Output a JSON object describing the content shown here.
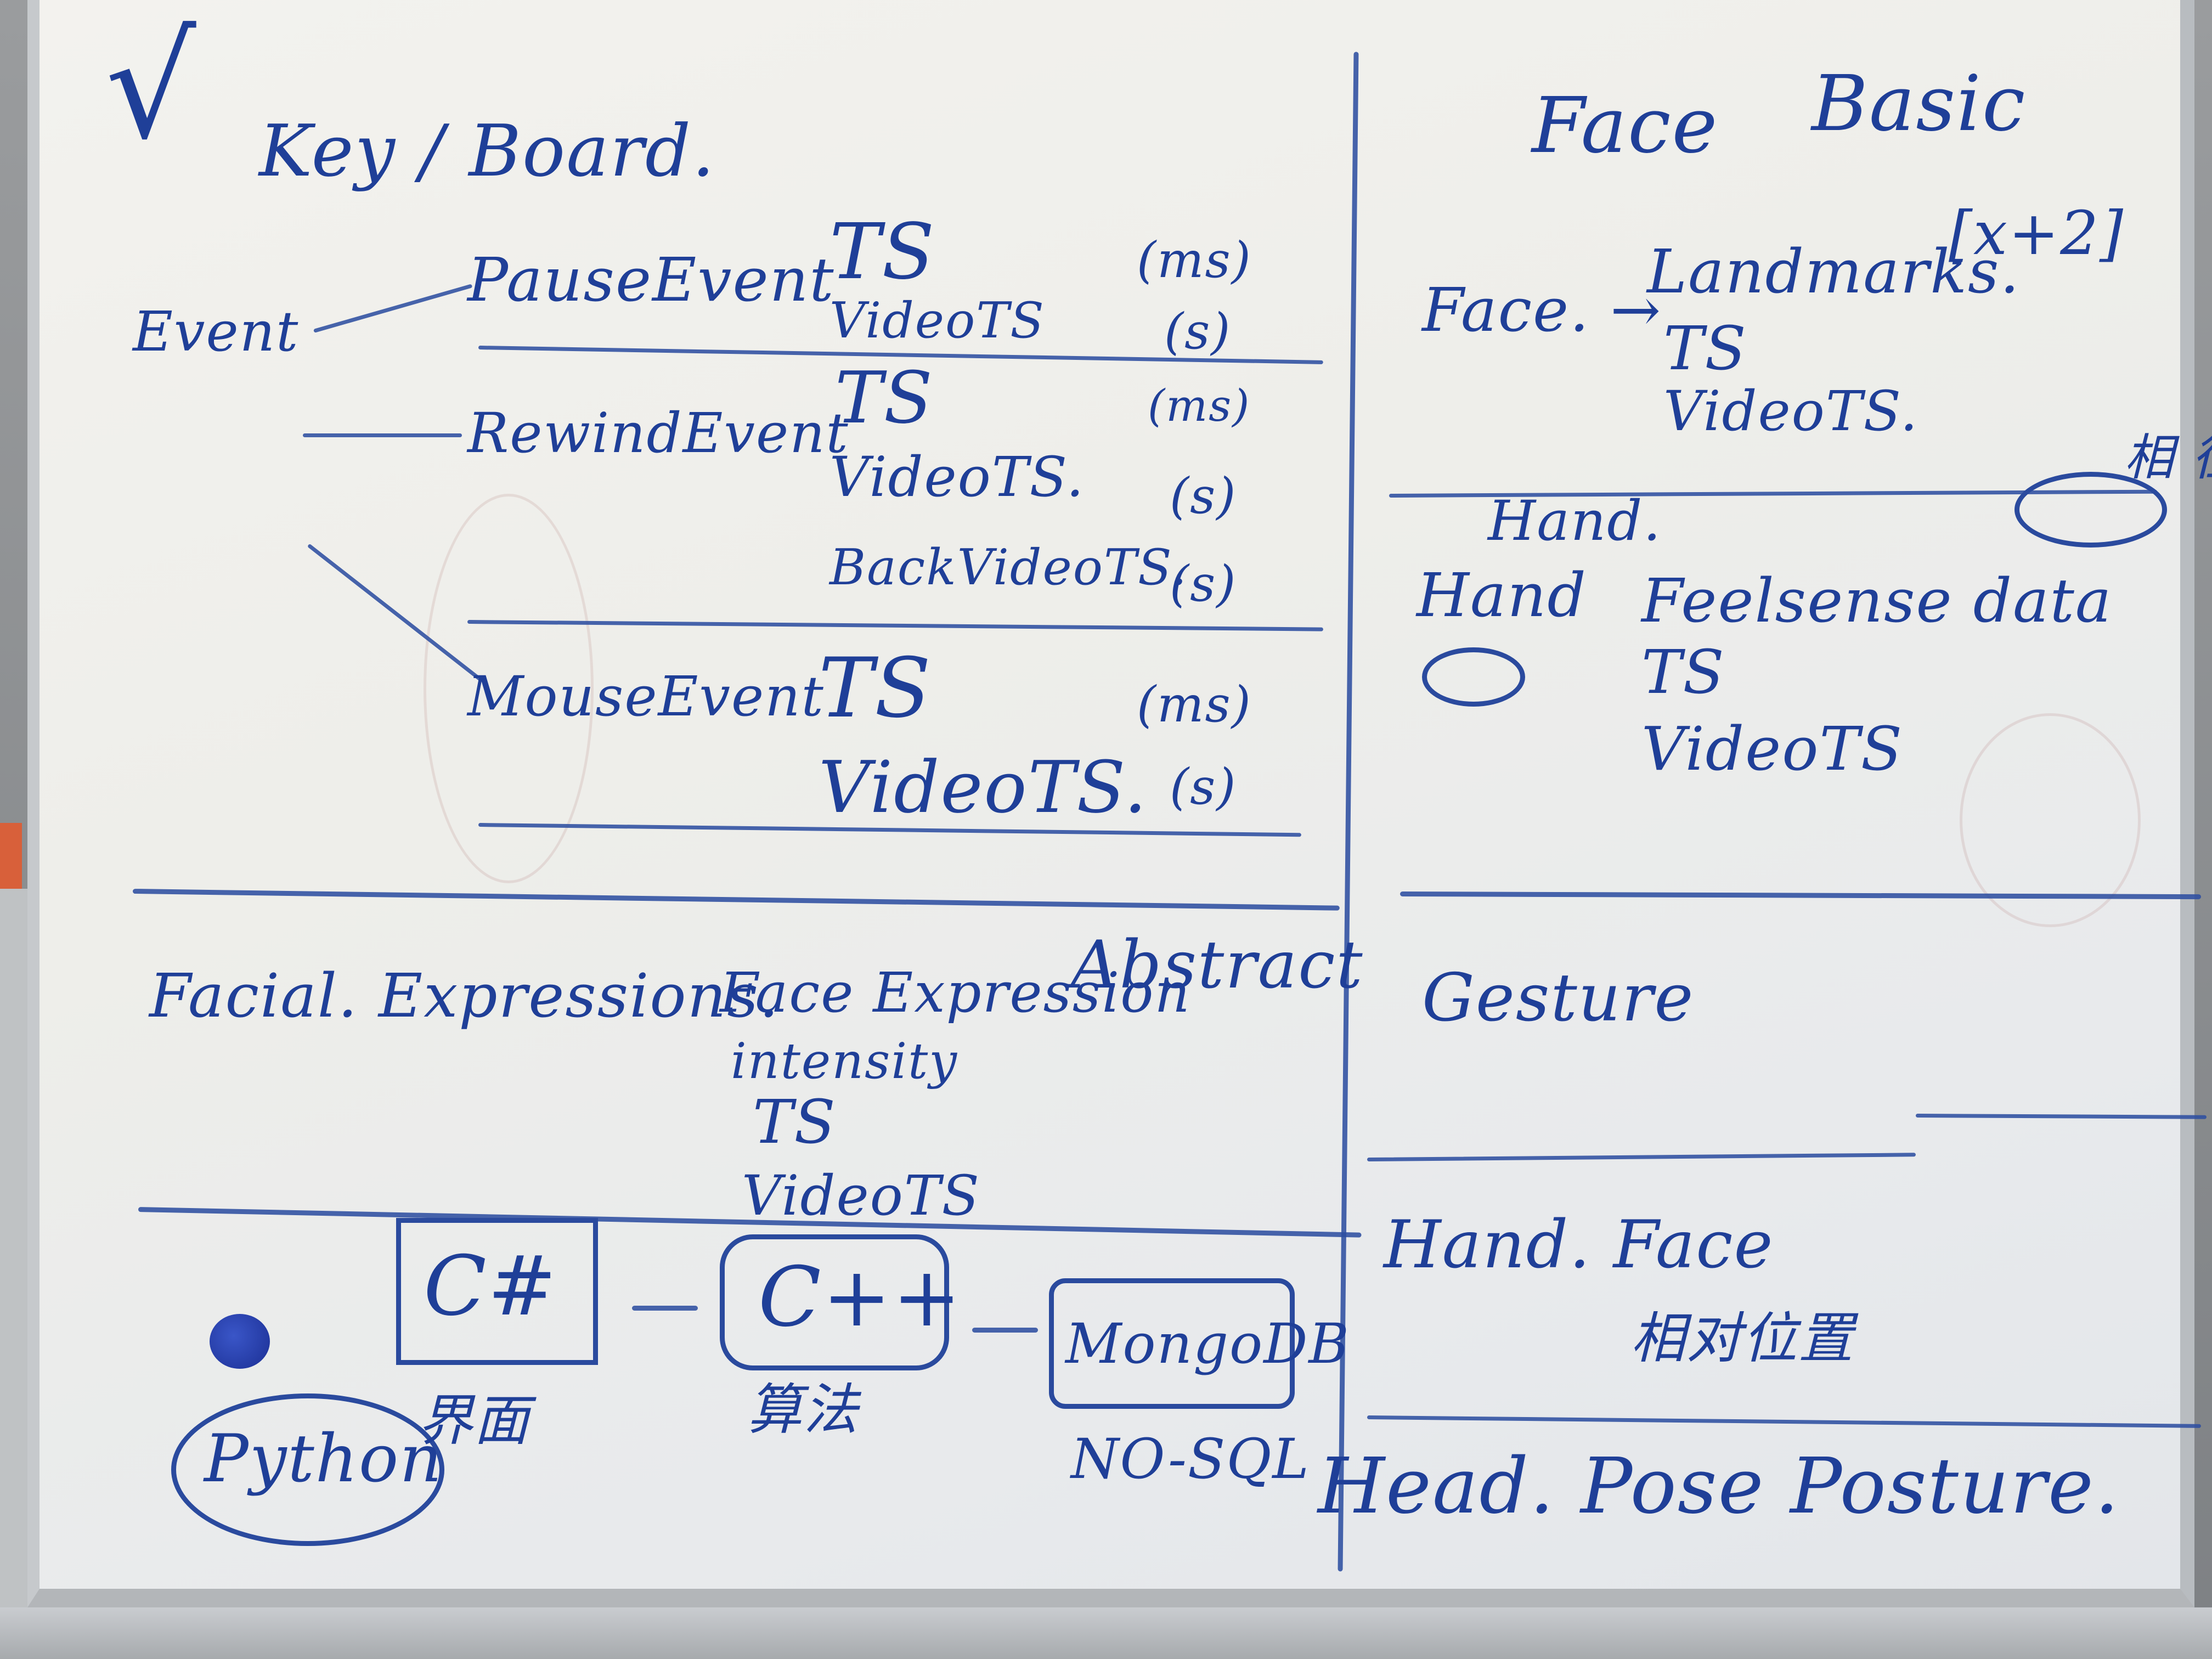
{
  "board": {
    "check_top_left": "√",
    "keyboard_title": "Key / Board.",
    "event_label": "Event",
    "events": [
      {
        "name": "PauseEvent",
        "fields": [
          "TS",
          "VideoTS"
        ],
        "units": [
          "(ms)",
          "(s)"
        ]
      },
      {
        "name": "RewindEvent",
        "fields": [
          "TS",
          "VideoTS.",
          "BackVideoTS."
        ],
        "units": [
          "(ms)",
          "(s)",
          "(s)"
        ]
      },
      {
        "name": "MouseEvent",
        "fields": [
          "TS",
          "VideoTS."
        ],
        "units": [
          "(ms)",
          "(s)"
        ]
      }
    ],
    "face_title": "Face",
    "basic_title": "Basic",
    "face_arrow": "Face. →",
    "face_fields": [
      "Landmarks.",
      "TS",
      "VideoTS."
    ],
    "landmarks_note": "[x+2]",
    "hand_section": "Hand.",
    "hand_label": "Hand",
    "hand_fields": [
      "Feelsense data",
      "TS",
      "VideoTS"
    ],
    "side_note": "相 径",
    "facial_expressions": "Facial. Expressions.",
    "face_expression_fields": [
      "Face Expression",
      "intensity",
      "TS",
      "VideoTS"
    ],
    "abstract": "Abstract",
    "gesture": "Gesture",
    "hand_face": "Hand. Face",
    "hand_face_note": "相对位置",
    "csharp": "C#",
    "cpp": "C++",
    "cpp_note": "算法",
    "mongodb": "MongoDB",
    "mongodb_note": "NO-SQL",
    "python": "Python",
    "python_note": "界面",
    "bottom_line": "Head. Pose Posture."
  }
}
